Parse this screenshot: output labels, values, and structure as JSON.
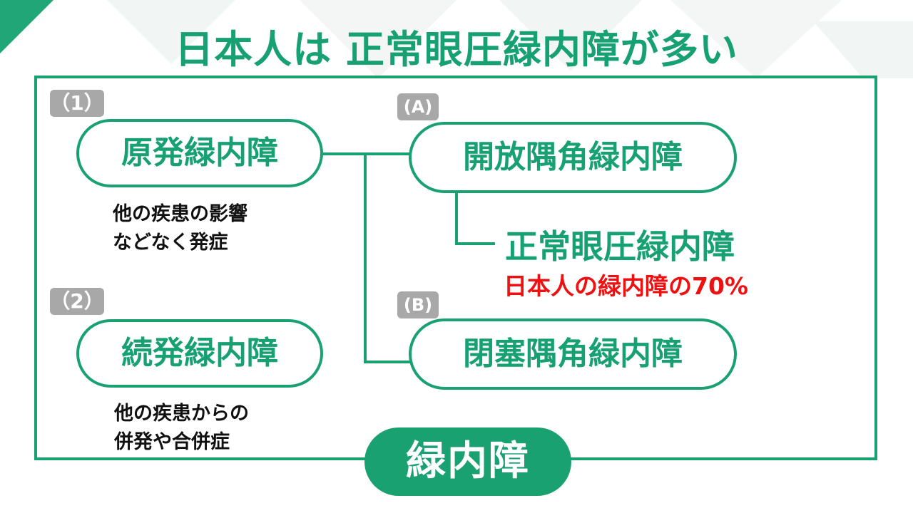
{
  "title": "日本人は 正常眼圧緑内障が多い",
  "left": {
    "primary": {
      "tag": "（1）",
      "label": "原発緑内障",
      "desc_line1": "他の疾患の影響",
      "desc_line2": "などなく発症"
    },
    "secondary": {
      "tag": "（2）",
      "label": "続発緑内障",
      "desc_line1": "他の疾患からの",
      "desc_line2": "併発や合併症"
    }
  },
  "right": {
    "open": {
      "tag": "(A)",
      "label": "開放隅角緑内障"
    },
    "normal_tension": {
      "label": "正常眼圧緑内障",
      "note": "日本人の緑内障の70%"
    },
    "closed": {
      "tag": "(B)",
      "label": "閉塞隅角緑内障"
    }
  },
  "bottom_label": "緑内障",
  "colors": {
    "accent": "#1aa172",
    "highlight": "#ee1111",
    "tag_bg": "#a8a8a8"
  }
}
